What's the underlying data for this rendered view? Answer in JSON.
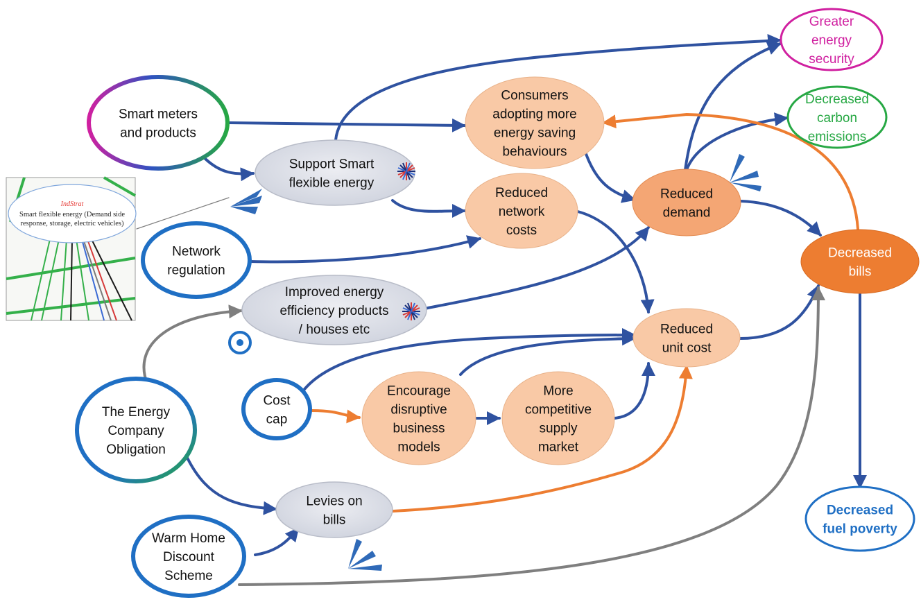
{
  "colors": {
    "blue": "#2f52a0",
    "orange": "#ed7d31",
    "grey": "#7f7f7f",
    "node_fill_orange": "#f9c9a6",
    "node_fill_dark_orange": "#ed7d31",
    "node_fill_grey": "#dcdfe8",
    "outline_blue": "#1f6fc4",
    "outline_green": "#27a844",
    "outline_magenta": "#d020a0",
    "text_magenta": "#d020a0",
    "text_green": "#27a844",
    "text_blue": "#1f6fc4"
  },
  "nodes": {
    "smart_meters": {
      "lines": [
        "Smart meters",
        "and products"
      ]
    },
    "network_regulation": {
      "lines": [
        "Network",
        "regulation"
      ]
    },
    "energy_company_obligation": {
      "lines": [
        "The Energy",
        "Company",
        "Obligation"
      ]
    },
    "warm_home": {
      "lines": [
        "Warm Home",
        "Discount",
        "Scheme"
      ]
    },
    "cost_cap": {
      "lines": [
        "Cost",
        "cap"
      ]
    },
    "support_smart": {
      "lines": [
        "Support Smart",
        "flexible energy"
      ]
    },
    "improved_efficiency": {
      "lines": [
        "Improved energy",
        "efficiency products",
        "/ houses etc"
      ]
    },
    "levies": {
      "lines": [
        "Levies on",
        "bills"
      ]
    },
    "consumers_adopting": {
      "lines": [
        "Consumers",
        "adopting more",
        "energy saving",
        "behaviours"
      ]
    },
    "reduced_network_costs": {
      "lines": [
        "Reduced",
        "network",
        "costs"
      ]
    },
    "encourage_disruptive": {
      "lines": [
        "Encourage",
        "disruptive",
        "business",
        "models"
      ]
    },
    "more_competitive": {
      "lines": [
        "More",
        "competitive",
        "supply",
        "market"
      ]
    },
    "reduced_demand": {
      "lines": [
        "Reduced",
        "demand"
      ]
    },
    "reduced_unit_cost": {
      "lines": [
        "Reduced",
        "unit cost"
      ]
    },
    "decreased_bills": {
      "lines": [
        "Decreased",
        "bills"
      ]
    },
    "greater_security": {
      "lines": [
        "Greater",
        "energy",
        "security"
      ]
    },
    "decreased_carbon": {
      "lines": [
        "Decreased",
        "carbon",
        "emissions"
      ]
    },
    "decreased_fuel_poverty": {
      "lines": [
        "Decreased",
        "fuel poverty"
      ]
    }
  },
  "inset": {
    "title": "IndStrat",
    "lines": [
      "Smart flexible energy (Demand side",
      "response, storage, electric vehicles)"
    ]
  },
  "icons": [
    "starburst-icon",
    "tick-marks-icon",
    "circled-dot-icon"
  ]
}
